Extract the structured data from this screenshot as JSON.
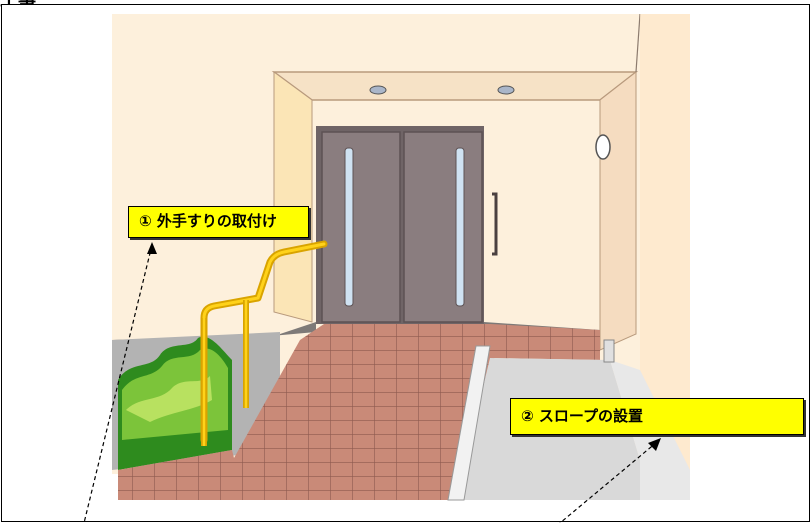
{
  "header": {
    "fragment_text": "工事"
  },
  "callouts": [
    {
      "label": "① 外手すりの取付け"
    },
    {
      "label": "② スロープの設置"
    }
  ],
  "colors": {
    "callout_bg": "#ffff00",
    "wall": "#fdf0dc",
    "wall_shadow": "#fde3b8",
    "door": "#8a7d7f",
    "floor_tile": "#c98a78",
    "tile_grout": "#8d5a4f",
    "handrail": "#e8b800",
    "slope": "#d9d9d9",
    "hedge": "#5db82c"
  }
}
